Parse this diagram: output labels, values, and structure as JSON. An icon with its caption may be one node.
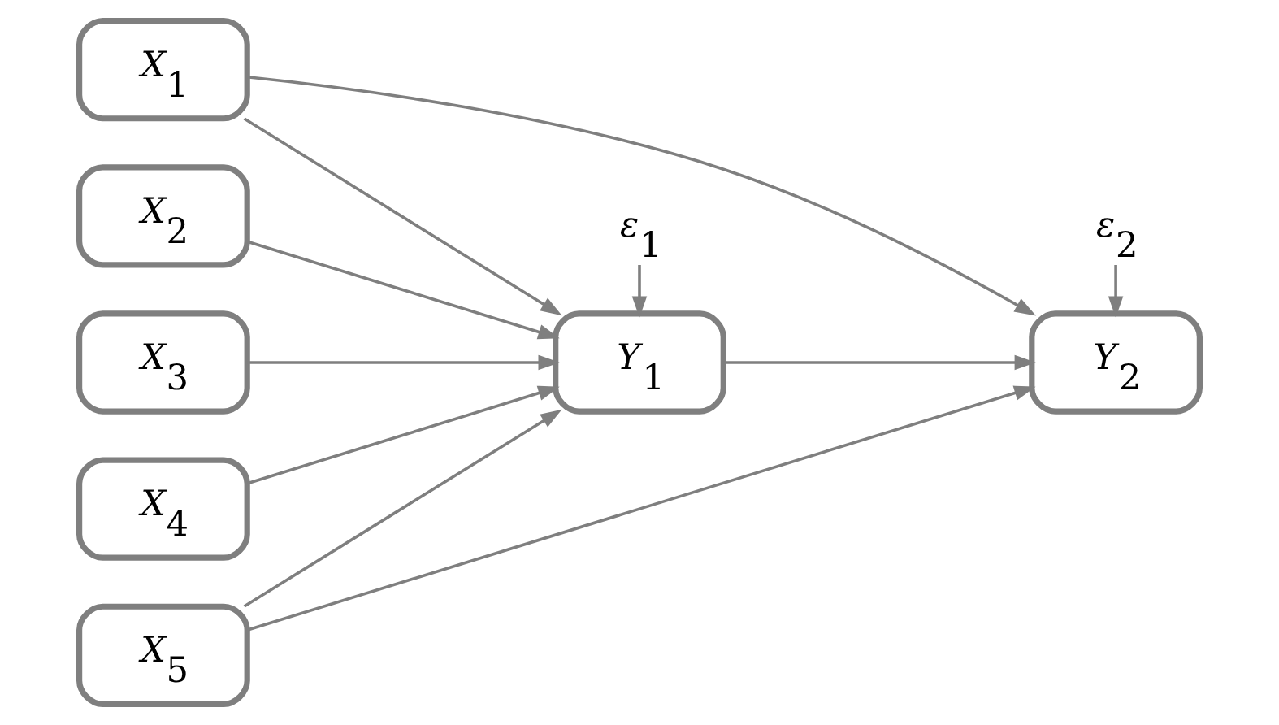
{
  "diagram": {
    "nodes": [
      {
        "text": [
          "X$_{1}$"
        ]
      },
      {
        "text": [
          "X$_{2}$"
        ]
      },
      {
        "text": [
          "X$_{3}$"
        ]
      },
      {
        "text": [
          "X$_{4}$"
        ]
      },
      {
        "text": [
          "X$_{5}$"
        ]
      },
      {
        "text": [
          "Y$_{1}$"
        ]
      },
      {
        "text": [
          "Y$_{2}$"
        ]
      },
      {
        "text": [
          "ε$_{1}$"
        ]
      },
      {
        "text": [
          "ε$_{2}$"
        ]
      }
    ],
    "edges": [
      {
        "from": 0,
        "to": 5,
        "arrow": "to"
      },
      {
        "from": 0,
        "to": 6,
        "arrow": "to"
      },
      {
        "from": 1,
        "to": 5,
        "arrow": "to"
      },
      {
        "from": 2,
        "to": 5,
        "arrow": "to"
      },
      {
        "from": 3,
        "to": 5,
        "arrow": "to"
      },
      {
        "from": 4,
        "to": 5,
        "arrow": "to"
      },
      {
        "from": 4,
        "to": 6,
        "arrow": "to"
      },
      {
        "from": 5,
        "to": 6,
        "arrow": "to"
      },
      {
        "from": 7,
        "to": 5,
        "arrow": "to"
      },
      {
        "from": 8,
        "to": 6,
        "arrow": "to"
      }
    ]
  }
}
